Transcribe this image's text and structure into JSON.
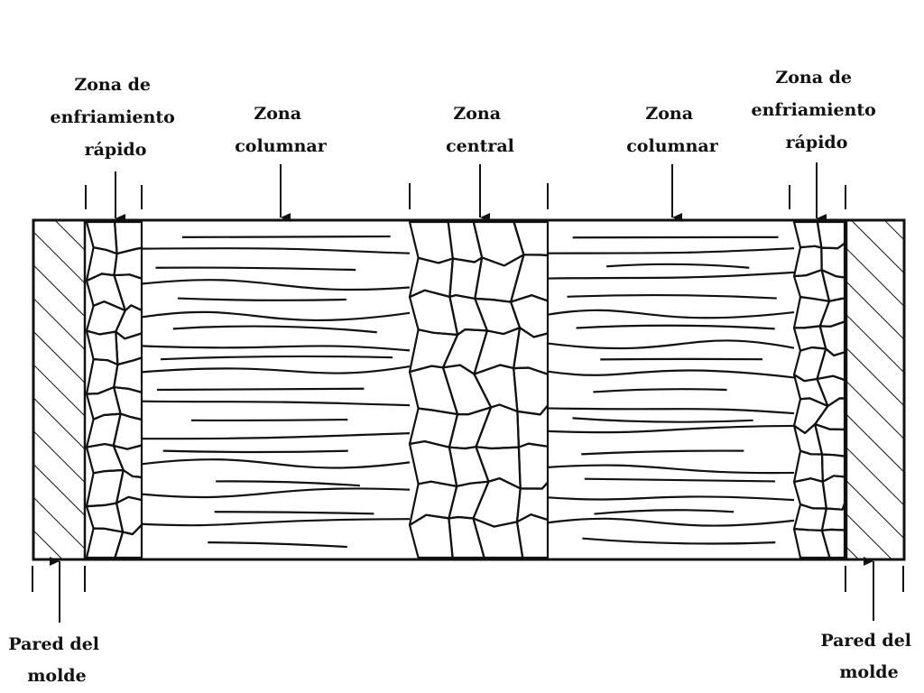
{
  "labels": {
    "chill_left": [
      "Zona de",
      "enfriamiento",
      "rápido"
    ],
    "columnar_left": [
      "Zona",
      "columnar"
    ],
    "central": [
      "Zona",
      "central"
    ],
    "columnar_right": [
      "Zona",
      "columnar"
    ],
    "chill_right": [
      "Zona de",
      "enfriamiento",
      "rápido"
    ],
    "wall_left": [
      "Pared del",
      "molde"
    ],
    "wall_right": [
      "Pared del",
      "molde"
    ]
  },
  "colors": {
    "ink": "#111111",
    "background": "#ffffff"
  }
}
